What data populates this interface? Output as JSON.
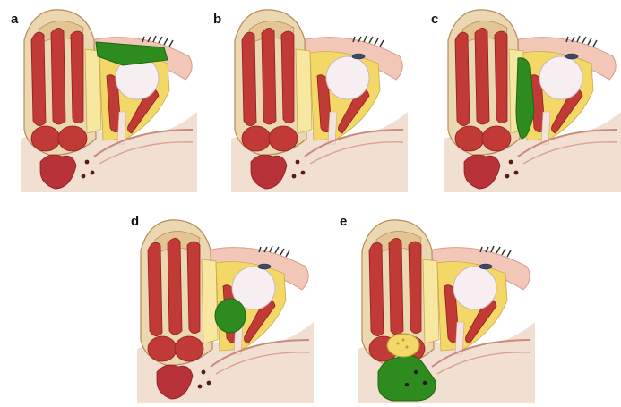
{
  "figure": {
    "panels": [
      {
        "id": "a",
        "label": "a",
        "highlight": "subperiosteal-roof"
      },
      {
        "id": "b",
        "label": "b",
        "highlight": "none"
      },
      {
        "id": "c",
        "label": "c",
        "highlight": "subperiosteal-medial"
      },
      {
        "id": "d",
        "label": "d",
        "highlight": "intraconal-mass"
      },
      {
        "id": "e",
        "label": "e",
        "highlight": "orbital-floor-sinus"
      }
    ]
  },
  "colors": {
    "highlight_green": "#2e8b1e",
    "highlight_green_dark": "#1f6613",
    "bone": "#ecd8b0",
    "bone_dots": "#c8a878",
    "muscle_red": "#c23a36",
    "muscle_dark": "#8e1f22",
    "fat_yellow": "#f3d867",
    "fat_light": "#f7e7a0",
    "skin_pink": "#f2c7b8",
    "globe": "#f6eef0",
    "background_tissue": "#f1dfd2",
    "label_text": "#111111"
  }
}
